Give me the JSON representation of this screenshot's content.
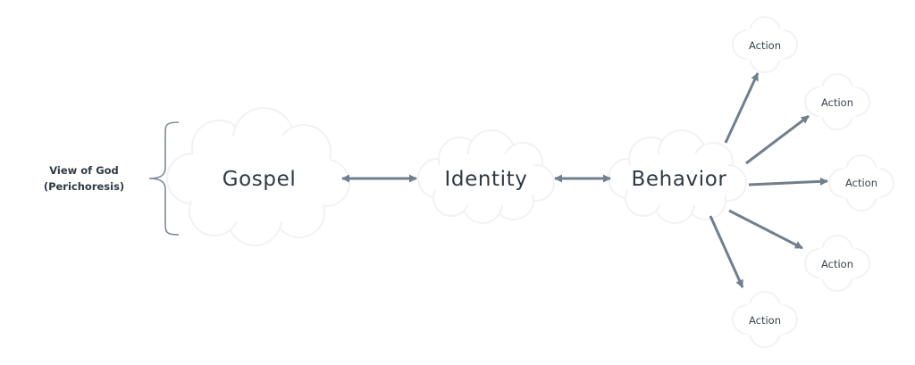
{
  "view_of_god": {
    "line1": "View of God",
    "line2": "(Perichoresis)"
  },
  "nodes": {
    "gospel": "Gospel",
    "identity": "Identity",
    "behavior": "Behavior"
  },
  "actions": [
    "Action",
    "Action",
    "Action",
    "Action",
    "Action"
  ],
  "colors": {
    "arrow": "#6f7f8e",
    "text": "#2f3a45",
    "cloud_outline": "#f1f2f4"
  }
}
